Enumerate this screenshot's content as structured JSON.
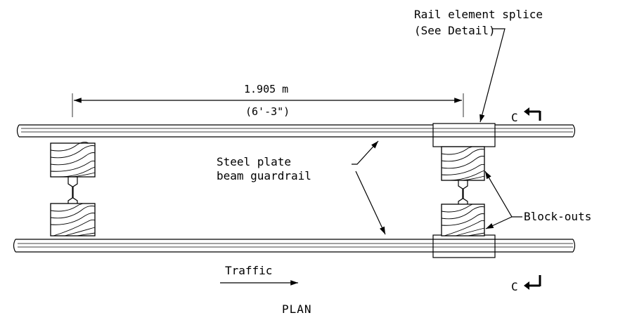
{
  "labels": {
    "splice_line1": "Rail element splice",
    "splice_line2": "(See Detail)",
    "dimension_metric": "1.905 m",
    "dimension_imperial": "(6'-3\")",
    "section_top": "C",
    "section_bottom": "C",
    "guardrail_line1": "Steel plate",
    "guardrail_line2": "beam guardrail",
    "blockouts": "Block-outs",
    "traffic": "Traffic",
    "view_title": "PLAN"
  }
}
